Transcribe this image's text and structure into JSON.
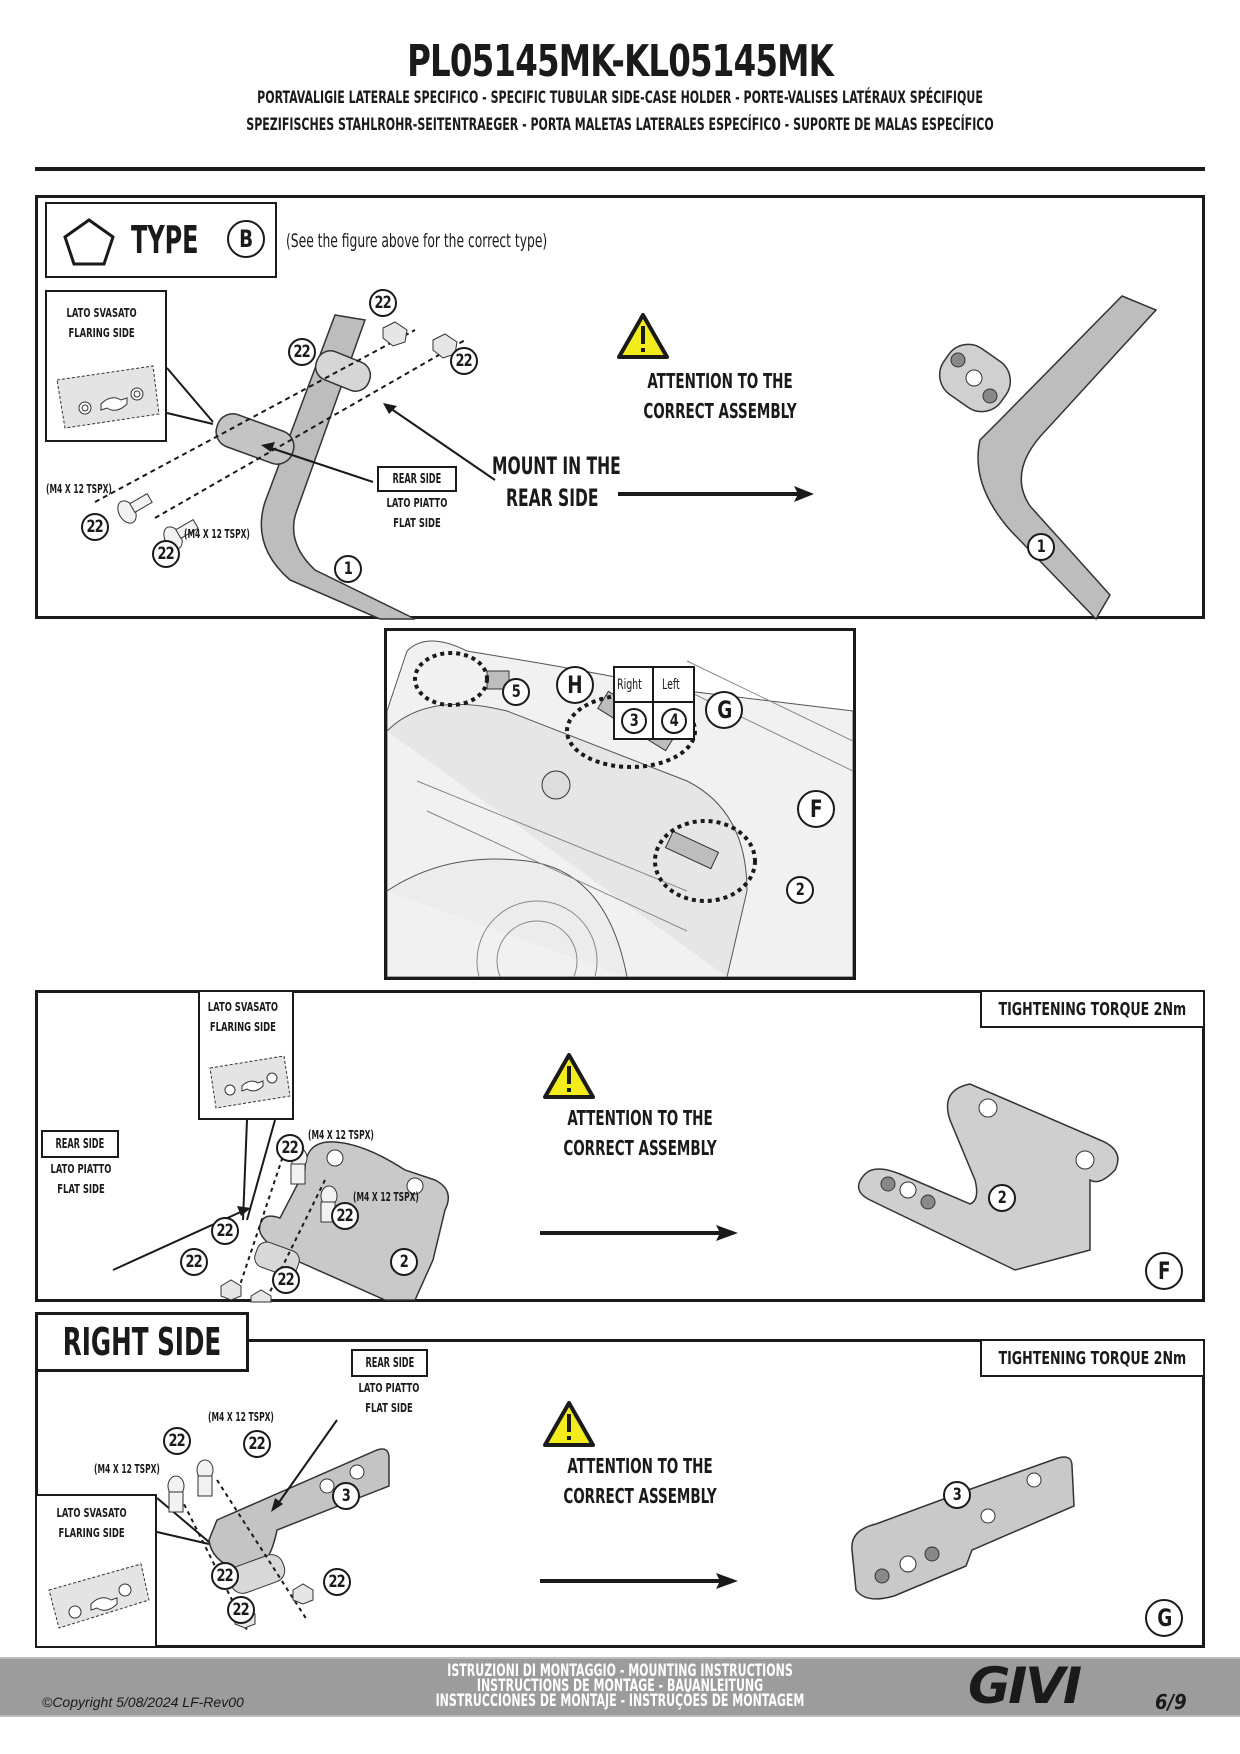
{
  "header": {
    "title": "PL05145MK-KL05145MK",
    "subtitle_line1": "PORTAVALIGIE LATERALE SPECIFICO  -  SPECIFIC TUBULAR SIDE-CASE HOLDER  - PORTE-VALISES LATÉRAUX SPÉCIFIQUE",
    "subtitle_line2": "SPEZIFISCHES STAHLROHR-SEITENTRAEGER - PORTA MALETAS LATERALES ESPECÍFICO - SUPORTE DE MALAS ESPECÍFICO"
  },
  "section_type": {
    "type_label": "TYPE",
    "type_letter": "B",
    "type_note": "(See the figure above for the correct type)",
    "flaring_label_it": "LATO SVASATO",
    "flaring_label_en": "FLARING SIDE",
    "rear_side_label": "REAR  SIDE",
    "flat_label_it": "LATO PIATTO",
    "flat_label_en": "FLAT SIDE",
    "screw_spec_1": "(M4 X 12 TSPX)",
    "screw_spec_2": "(M4 X 12 TSPX)",
    "part_callouts": [
      "22",
      "22",
      "22",
      "22",
      "22",
      "1"
    ],
    "mount_text_line1": "MOUNT IN THE",
    "mount_text_line2": "REAR  SIDE",
    "attention_line1": "ATTENTION TO THE",
    "attention_line2": "CORRECT ASSEMBLY",
    "result_part": "1"
  },
  "overview": {
    "callout_h": "H",
    "callout_g": "G",
    "callout_f": "F",
    "part_5": "5",
    "part_2": "2",
    "table_headers": [
      "Right",
      "Left"
    ],
    "table_values": [
      "3",
      "4"
    ]
  },
  "section_f": {
    "flaring_label_it": "LATO SVASATO",
    "flaring_label_en": "FLARING SIDE",
    "rear_side_label": "REAR  SIDE",
    "flat_label_it": "LATO PIATTO",
    "flat_label_en": "FLAT SIDE",
    "screw_spec_1": "(M4 X 12 TSPX)",
    "screw_spec_2": "(M4 X 12 TSPX)",
    "part_callouts": [
      "22",
      "22",
      "22",
      "22",
      "22"
    ],
    "bracket_part": "2",
    "attention_line1": "ATTENTION TO THE",
    "attention_line2": "CORRECT ASSEMBLY",
    "torque_label": "TIGHTENING TORQUE 2Nm",
    "result_part": "2",
    "section_letter": "F"
  },
  "section_g": {
    "side_title": "RIGHT SIDE",
    "rear_side_label": "REAR  SIDE",
    "flat_label_it": "LATO PIATTO",
    "flat_label_en": "FLAT SIDE",
    "flaring_label_it": "LATO SVASATO",
    "flaring_label_en": "FLARING SIDE",
    "screw_spec_1": "(M4 X 12 TSPX)",
    "screw_spec_2": "(M4 X 12 TSPX)",
    "part_callouts": [
      "22",
      "22",
      "22",
      "22",
      "22"
    ],
    "bracket_part": "3",
    "attention_line1": "ATTENTION TO THE",
    "attention_line2": "CORRECT ASSEMBLY",
    "torque_label": "TIGHTENING TORQUE 2Nm",
    "result_part": "3",
    "section_letter": "G"
  },
  "footer": {
    "copyright": "©Copyright 5/08/2024 LF-Rev00",
    "instructions_line1": "ISTRUZIONI DI MONTAGGIO  -  MOUNTING INSTRUCTIONS",
    "instructions_line2": "INSTRUCTIONS DE MONTAGE - BAUANLEITUNG",
    "instructions_line3": "INSTRUCCIONES DE MONTAJE - INSTRUÇÕES DE MONTAGEM",
    "brand": "GIVI",
    "page": "6/9"
  },
  "colors": {
    "warning_yellow": "#f2ec1c",
    "part_gray": "#bdbdbd",
    "footer_gray": "#9c9c9c"
  }
}
